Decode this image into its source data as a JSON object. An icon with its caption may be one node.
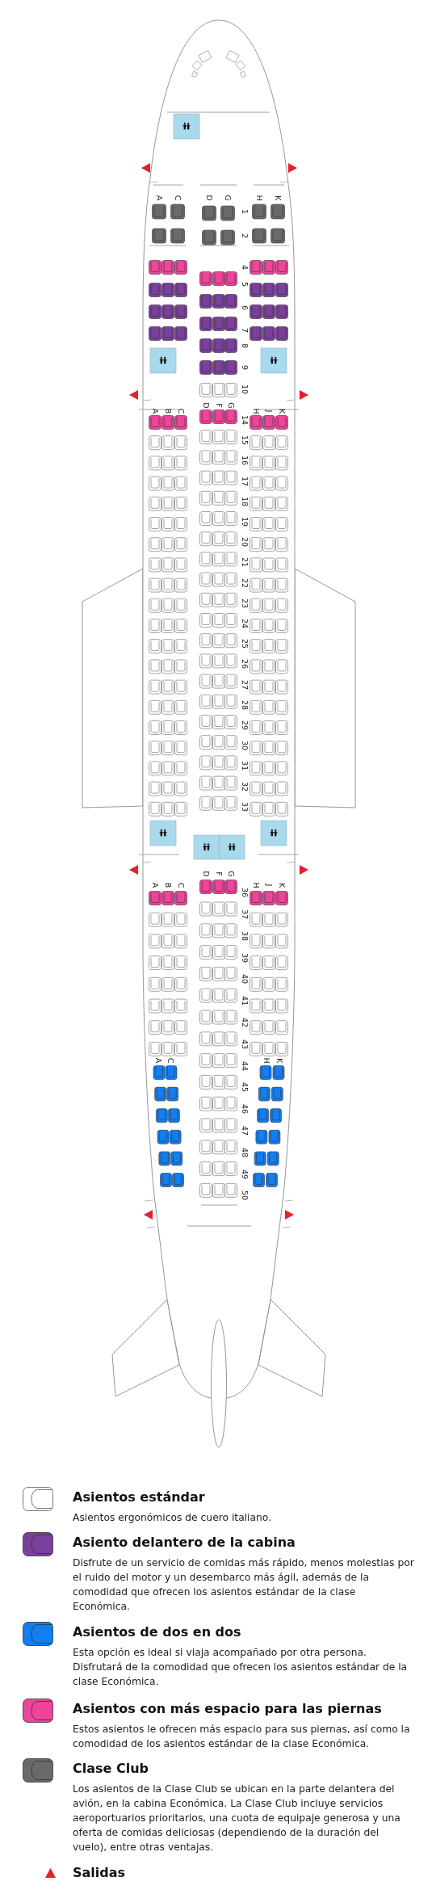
{
  "diagram": {
    "labels": [
      "A",
      "C",
      "D",
      "G",
      "H",
      "K",
      "1",
      "2",
      "4",
      "5",
      "6",
      "7",
      "8",
      "9",
      "10",
      "A",
      "B",
      "C",
      "D",
      "F",
      "G",
      "H",
      "J",
      "K",
      "14",
      "15",
      "16",
      "17",
      "18",
      "19",
      "20",
      "21",
      "22",
      "23",
      "24",
      "25",
      "26",
      "27",
      "28",
      "29",
      "30",
      "31",
      "32",
      "33",
      "A",
      "B",
      "C",
      "D",
      "F",
      "G",
      "H",
      "J",
      "K",
      "36",
      "37",
      "38",
      "39",
      "40",
      "41",
      "42",
      "43",
      "44",
      "45",
      "46",
      "47",
      "48",
      "49",
      "50",
      "A",
      "C",
      "H",
      "K",
      "Asientos ergonómicos de cuero italiano.",
      "Disfrute de un servicio de comidas más rápido, menos molestias por el ruido del motor y un desembarco más ágil, además de la comodidad que ofrecen los asientos estándar de la clase Económica.",
      "Esta opción es ideal si viaja acompañado por otra persona. Disfrutará de la comodidad que ofrecen los asientos estándar de la clase Económica.",
      "Estos asientos le ofrecen más espacio para sus piernas, así como la comodidad de los asientos estándar de la clase Económica.",
      "Los asientos de la Clase Club se ubican en la parte delantera del avión, en la cabina Económica. La Clase Club incluye servicios aeroportuarios prioritarios, una cuota de equipaje generosa y una oferta de comidas deliciosas (dependiendo de la duración del vuelo), entre otras ventajas."
    ],
    "legend": [
      {
        "text": "Asientos estándar"
      },
      {
        "text": "Asiento delantero de la cabina",
        "color": "#7b3f9c"
      },
      {
        "text": "Asientos de dos en dos",
        "color": "#137ef0"
      },
      {
        "text": "Asientos con más espacio para las piernas",
        "color": "#ee4499"
      },
      {
        "text": "Clase Club",
        "color": "#6a6a6a"
      },
      {
        "text": "Salidas",
        "color": "#e5202a"
      }
    ]
  }
}
